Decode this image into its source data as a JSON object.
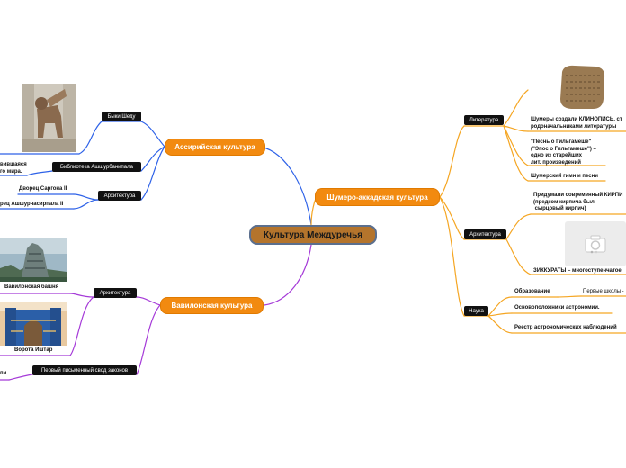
{
  "center": {
    "label": "Культура Междуречья"
  },
  "assyria": {
    "label": "Ассирийская культура",
    "shedu": {
      "tag": "Быки Шеду"
    },
    "library": {
      "tag": "Библиотека Ашшурбанипала",
      "leaf_line1": "вившаяся",
      "leaf_line2": "го мира."
    },
    "architecture": {
      "tag": "Архитектура",
      "items": [
        "Дворец Саргона II",
        "рец Ашшурнасирпала II"
      ]
    }
  },
  "babylon": {
    "label": "Вавилонская культура",
    "architecture": {
      "tag": "Архитектура",
      "tower": "Вавилонская башня",
      "gate": "Ворота Иштар"
    },
    "law": {
      "tag": "Первый письменный свод законов",
      "leaf": "пи"
    }
  },
  "sumer": {
    "label": "Шумеро-аккадская культура",
    "literature": {
      "tag": "Литература",
      "items": [
        "Шумеры создали КЛИНОПИСЬ, ст\nродоначальниками литературы",
        "\"Песнь о Гильгамеше\"\n(\"Эпос о Гильгамеше\") –\nодно из старейших\nлит. произведений",
        "Шумерский гимн и песни"
      ]
    },
    "architecture": {
      "tag": "Архитектура",
      "brick": "Придумали современный КИРПИ\n(предком кирпича был\n сырцовый кирпич)",
      "ziggurat": "ЗИККУРАТЫ – многоступенчатое"
    },
    "science": {
      "tag": "Наука",
      "education": "Образование",
      "schools": "Первые школы -",
      "astronomy": "Основоположники астрономии.",
      "registry": "Реестр астрономических наблюдений"
    }
  },
  "colors": {
    "center_fill": "#b4742c",
    "main_fill": "#f28a10",
    "assyria_line": "#2e62e8",
    "babylon_line": "#a53ad8",
    "sumer_line": "#f5a623"
  }
}
